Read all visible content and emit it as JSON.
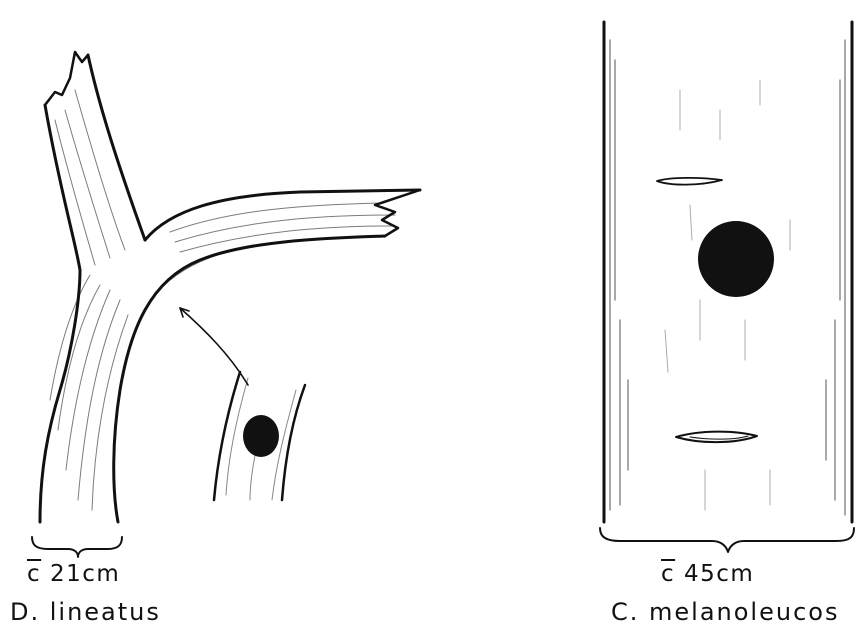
{
  "left_panel": {
    "measurement": {
      "symbol": "c",
      "value": "21cm"
    },
    "species": "D. lineatus"
  },
  "right_panel": {
    "measurement": {
      "symbol": "c",
      "value": "45cm"
    },
    "species": "C. melanoleucos"
  },
  "colors": {
    "ink": "#111111",
    "paper": "#ffffff"
  }
}
